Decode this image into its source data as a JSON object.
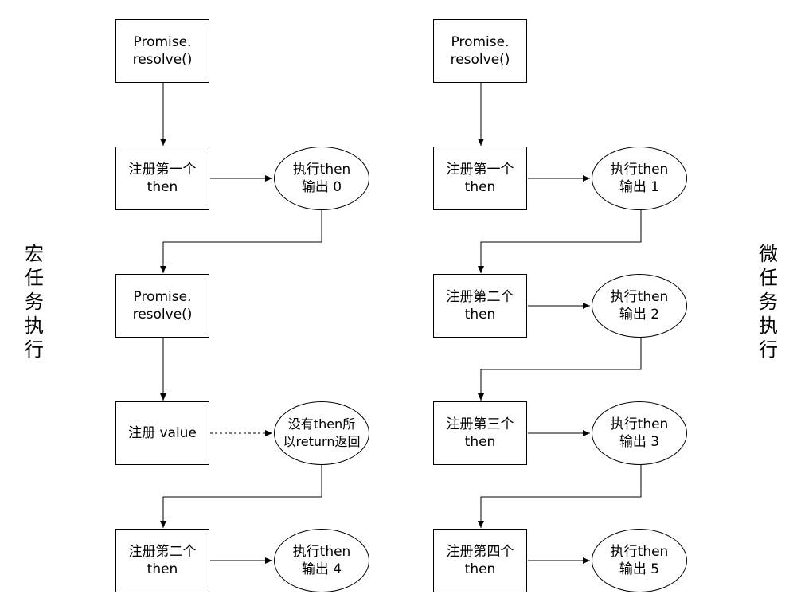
{
  "labels": {
    "left_side": "宏任务执行",
    "right_side": "微任务执行"
  },
  "left": {
    "promise1": [
      "Promise.",
      "resolve()"
    ],
    "register_then1": [
      "注册第一个",
      "then"
    ],
    "exec1": [
      "执行then",
      "输出 0"
    ],
    "promise2": [
      "Promise.",
      "resolve()"
    ],
    "register_value": "注册 value",
    "no_then": [
      "没有then所",
      "以return返回"
    ],
    "register_then2": [
      "注册第二个",
      "then"
    ],
    "exec2": [
      "执行then",
      "输出 4"
    ]
  },
  "right": {
    "promise1": [
      "Promise.",
      "resolve()"
    ],
    "register_then1": [
      "注册第一个",
      "then"
    ],
    "exec1": [
      "执行then",
      "输出 1"
    ],
    "register_then2": [
      "注册第二个",
      "then"
    ],
    "exec2": [
      "执行then",
      "输出 2"
    ],
    "register_then3": [
      "注册第三个",
      "then"
    ],
    "exec3": [
      "执行then",
      "输出 3"
    ],
    "register_then4": [
      "注册第四个",
      "then"
    ],
    "exec4": [
      "执行then",
      "输出 5"
    ]
  }
}
